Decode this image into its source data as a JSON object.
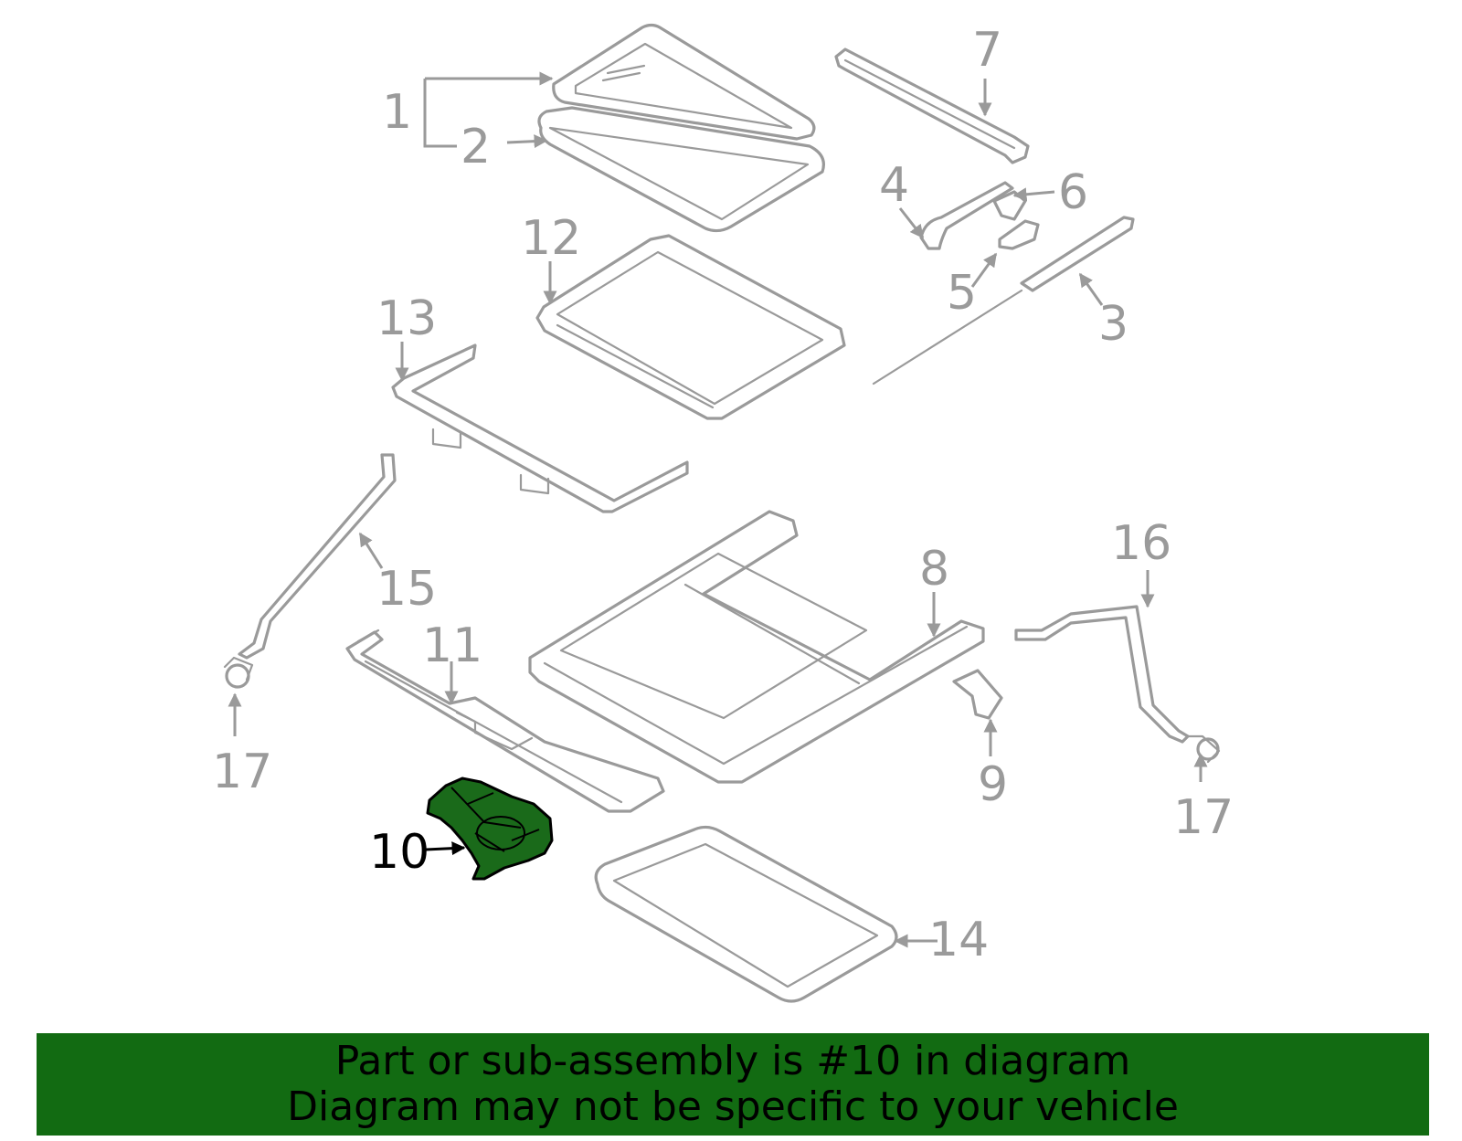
{
  "diagram": {
    "labels": {
      "l1": "1",
      "l2": "2",
      "l3": "3",
      "l4": "4",
      "l5": "5",
      "l6": "6",
      "l7": "7",
      "l8": "8",
      "l9": "9",
      "l10": "10",
      "l11": "11",
      "l12": "12",
      "l13": "13",
      "l14": "14",
      "l15": "15",
      "l16": "16",
      "l17a": "17",
      "l17b": "17"
    },
    "highlighted_part": "10",
    "highlight_color": "#1a6a1a",
    "line_color": "#9a9a9a"
  },
  "banner": {
    "line1": "Part or sub-assembly is #10 in diagram",
    "line2": "Diagram may not be specific to your vehicle",
    "background": "#126b12"
  }
}
